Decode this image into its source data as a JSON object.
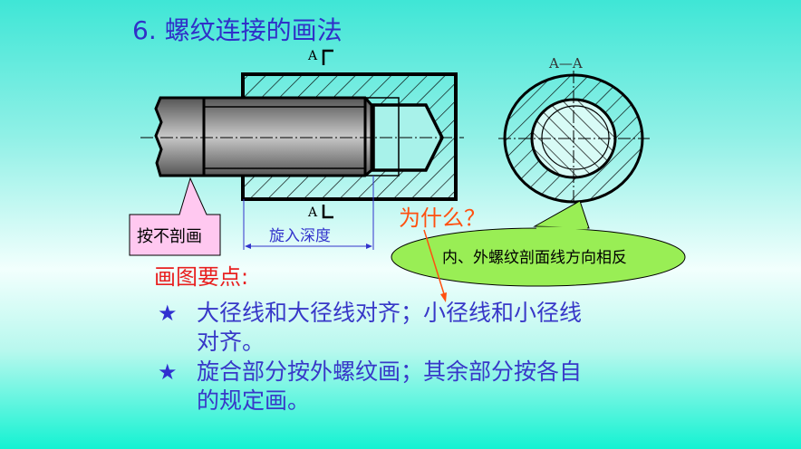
{
  "slide": {
    "title": "6. 螺纹连接的画法",
    "drawing": {
      "section_mark": "A",
      "section_title": "A—A",
      "callout_no_section": "按不剖画",
      "dimension_label": "旋入深度",
      "callout_hatch": "内、外螺纹剖面线方向相反",
      "annotation_question": "为什么？"
    },
    "key_points_heading": "画图要点:",
    "bullets": [
      {
        "icon": "star-icon",
        "line1": "大径线和大径线对齐；小径线和小径线",
        "line2": "对齐。"
      },
      {
        "icon": "star-icon",
        "line1": "旋合部分按外螺纹画；其余部分按各自",
        "line2": "的规定画。"
      }
    ],
    "colors": {
      "title": "#3030c8",
      "heading": "#e82020",
      "callout_pink": "#ffc8f0",
      "callout_green": "#99ee55"
    }
  }
}
